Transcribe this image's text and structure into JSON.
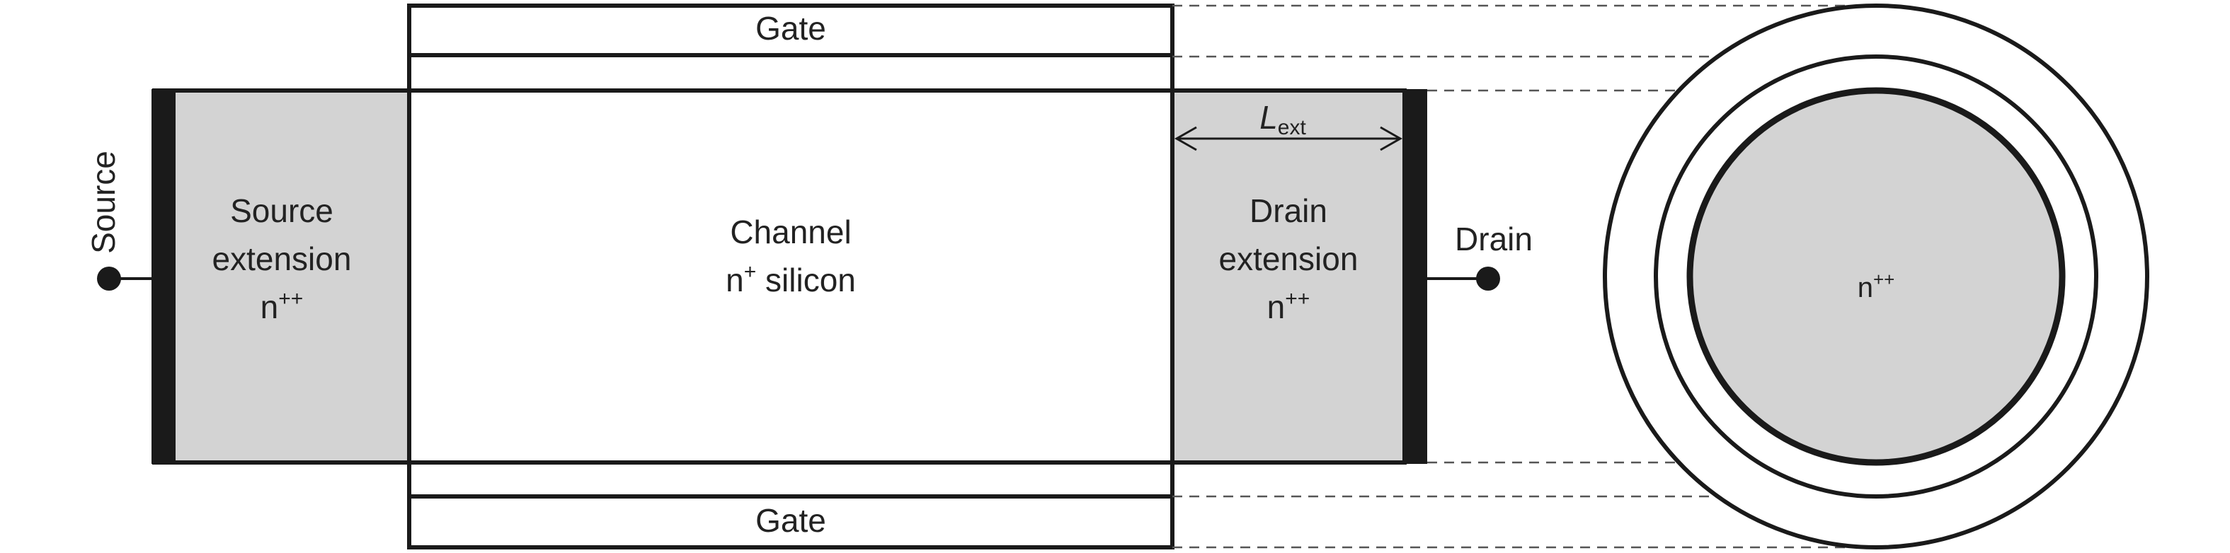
{
  "labels": {
    "gate_top": "Gate",
    "gate_bottom": "Gate",
    "source_terminal": "Source",
    "drain_terminal": "Drain",
    "source_ext_line1": "Source",
    "source_ext_line2": "extension",
    "source_ext_doping": "n",
    "source_ext_doping_sup": "++",
    "channel_line1": "Channel",
    "channel_base": "n",
    "channel_sup": "+",
    "channel_rest": " silicon",
    "drain_ext_line1": "Drain",
    "drain_ext_line2": "extension",
    "drain_ext_doping": "n",
    "drain_ext_doping_sup": "++",
    "lext_main": "L",
    "lext_sub": "ext",
    "cross_section_doping": "n",
    "cross_section_doping_sup": "++"
  },
  "colors": {
    "outline": "#1a1a1a",
    "extension_fill": "#d3d3d3",
    "contact": "#1a1a1a",
    "dashed": "#555555"
  }
}
